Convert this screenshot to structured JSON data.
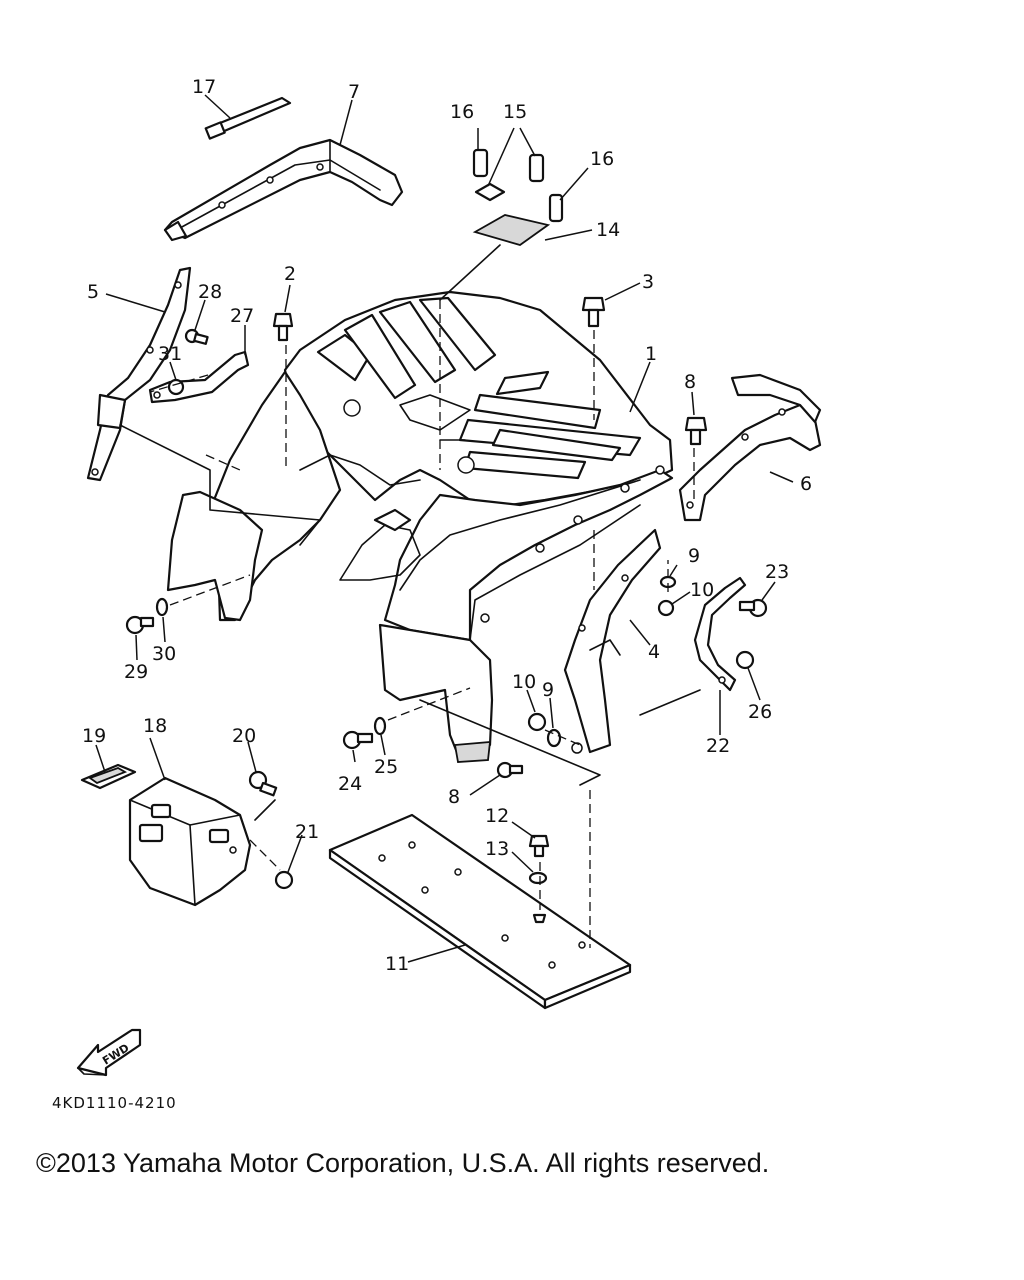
{
  "diagram": {
    "callouts": {
      "p1": "1",
      "p2": "2",
      "p3": "3",
      "p4": "4",
      "p5": "5",
      "p6": "6",
      "p7": "7",
      "p8a": "8",
      "p8b": "8",
      "p9a": "9",
      "p9b": "9",
      "p10a": "10",
      "p10b": "10",
      "p11": "11",
      "p12": "12",
      "p13": "13",
      "p14": "14",
      "p15": "15",
      "p16a": "16",
      "p16b": "16",
      "p17": "17",
      "p18": "18",
      "p19": "19",
      "p20": "20",
      "p21": "21",
      "p22": "22",
      "p23": "23",
      "p24": "24",
      "p25": "25",
      "p26": "26",
      "p27": "27",
      "p28": "28",
      "p29": "29",
      "p30": "30",
      "p31": "31"
    },
    "fwd_label": "FWD",
    "drawing_code": "4KD1110-4210"
  },
  "footer": {
    "copyright": "©2013 Yamaha Motor Corporation, U.S.A. All rights reserved."
  }
}
